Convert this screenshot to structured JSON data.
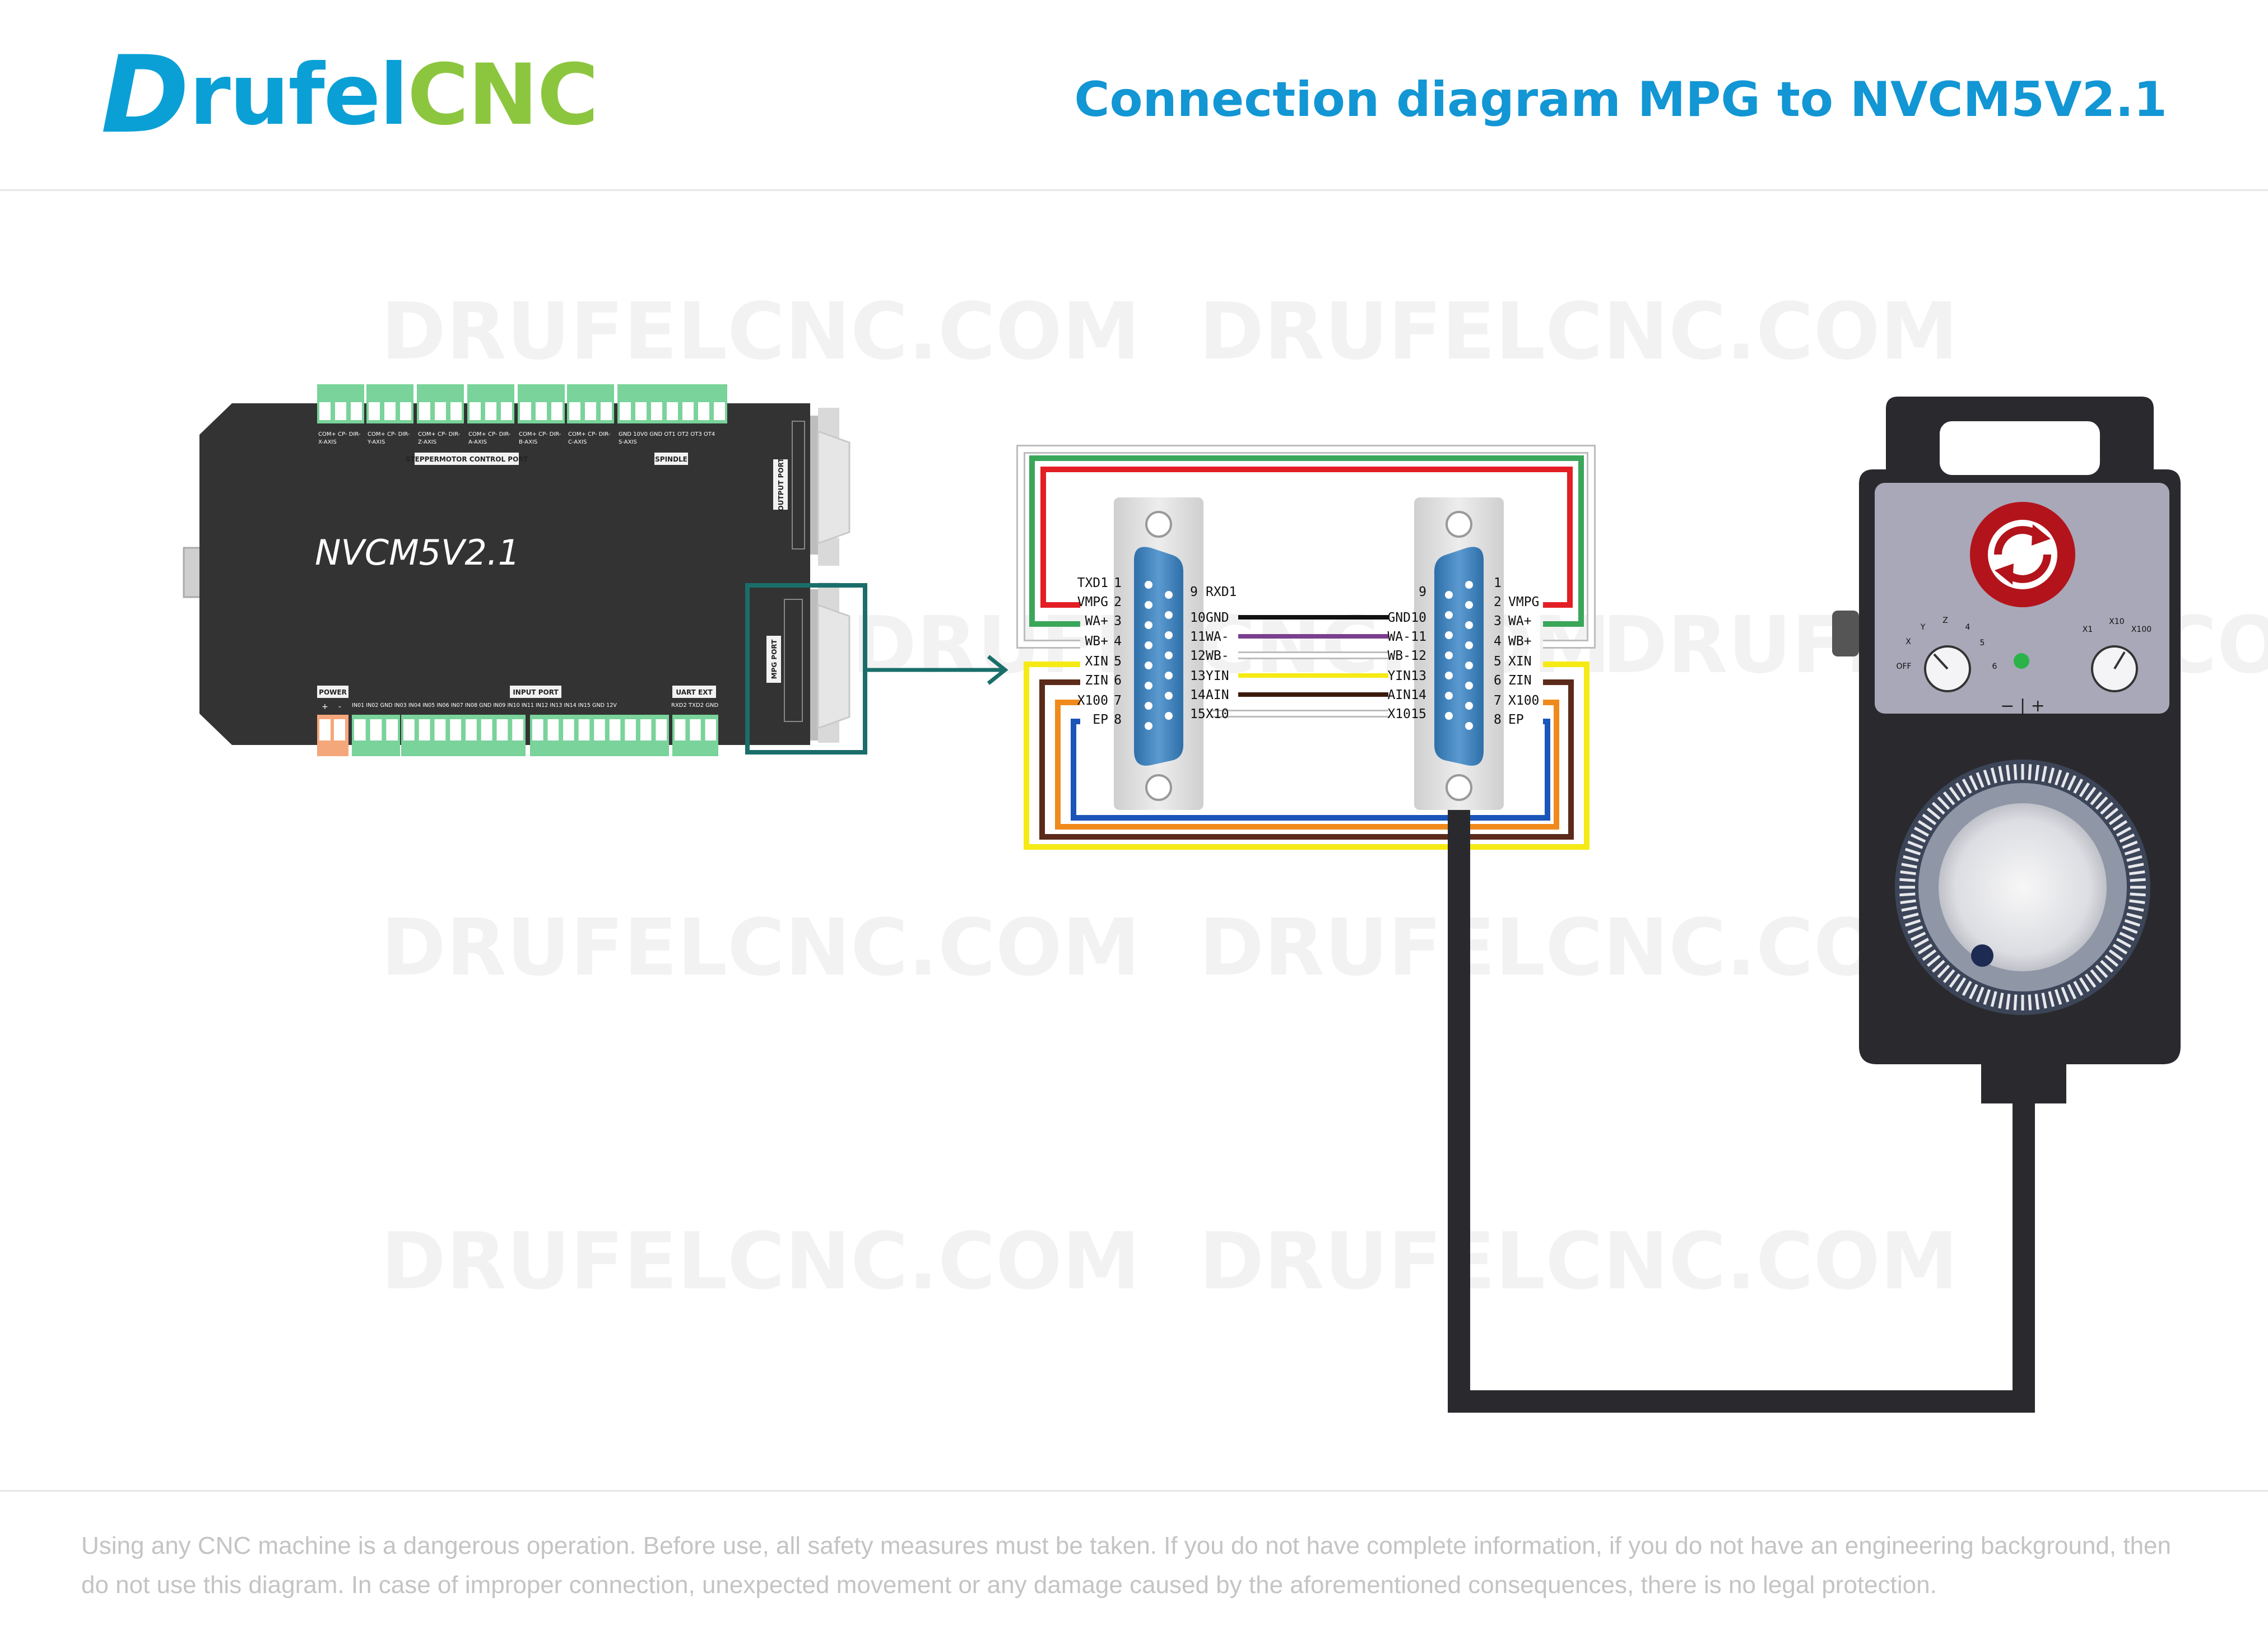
{
  "header": {
    "logo_d": "D",
    "logo_rufel": "rufel",
    "logo_cnc": "CNC",
    "title": "Connection diagram MPG to NVCM5V2.1"
  },
  "watermark": "DRUFELCNC.COM",
  "board": {
    "model": "NVCM5V2.1",
    "stepper_port_label": "STEPPERMOTOR CONTROL PORT",
    "spindle_label": "SPINDLE",
    "axes": [
      {
        "pins": "COM+ CP- DIR-",
        "axis": "X-AXIS"
      },
      {
        "pins": "COM+ CP- DIR-",
        "axis": "Y-AXIS"
      },
      {
        "pins": "COM+ CP- DIR-",
        "axis": "Z-AXIS"
      },
      {
        "pins": "COM+ CP- DIR-",
        "axis": "A-AXIS"
      },
      {
        "pins": "COM+ CP- DIR-",
        "axis": "B-AXIS"
      },
      {
        "pins": "COM+ CP- DIR-",
        "axis": "C-AXIS"
      },
      {
        "pins": "GND 10V0 GND OT1 OT2 OT3 OT4",
        "axis": "S-AXIS"
      }
    ],
    "power_label": "POWER",
    "power_pins": [
      "+",
      "-"
    ],
    "input_port_label": "INPUT PORT",
    "input_pins": "IN01 IN02 GND IN03 IN04 IN05 IN06 IN07 IN08 GND IN09 IN10 IN11 IN12 IN13 IN14 IN15 GND 12V",
    "uart_label": "UART EXT",
    "uart_pins": "RXD2 TXD2 GND",
    "output_port_label": "OUTPUT PORT",
    "mpg_port_label": "MPG PORT"
  },
  "left_connector": {
    "labels_left": [
      {
        "pin": "1",
        "name": "TXD1"
      },
      {
        "pin": "2",
        "name": "VMPG"
      },
      {
        "pin": "3",
        "name": "WA+"
      },
      {
        "pin": "4",
        "name": "WB+"
      },
      {
        "pin": "5",
        "name": "XIN"
      },
      {
        "pin": "6",
        "name": "ZIN"
      },
      {
        "pin": "7",
        "name": "X100"
      },
      {
        "pin": "8",
        "name": "EP"
      }
    ],
    "labels_right": [
      {
        "pin": "9",
        "name": "RXD1"
      },
      {
        "pin": "10",
        "name": "GND"
      },
      {
        "pin": "11",
        "name": "WA-"
      },
      {
        "pin": "12",
        "name": "WB-"
      },
      {
        "pin": "13",
        "name": "YIN"
      },
      {
        "pin": "14",
        "name": "AIN"
      },
      {
        "pin": "15",
        "name": "X10"
      }
    ]
  },
  "right_connector": {
    "labels_left": [
      {
        "pin": "9",
        "name": ""
      },
      {
        "pin": "10",
        "name": "GND"
      },
      {
        "pin": "11",
        "name": "WA-"
      },
      {
        "pin": "12",
        "name": "WB-"
      },
      {
        "pin": "13",
        "name": "YIN"
      },
      {
        "pin": "14",
        "name": "AIN"
      },
      {
        "pin": "15",
        "name": "X10"
      }
    ],
    "labels_right": [
      {
        "pin": "1",
        "name": ""
      },
      {
        "pin": "2",
        "name": "VMPG"
      },
      {
        "pin": "3",
        "name": "WA+"
      },
      {
        "pin": "4",
        "name": "WB+"
      },
      {
        "pin": "5",
        "name": "XIN"
      },
      {
        "pin": "6",
        "name": "ZIN"
      },
      {
        "pin": "7",
        "name": "X100"
      },
      {
        "pin": "8",
        "name": "EP"
      }
    ]
  },
  "wires": [
    {
      "signal": "VMPG",
      "color": "#e31e24"
    },
    {
      "signal": "WA+",
      "color": "#3aa65a"
    },
    {
      "signal": "WB+",
      "color": "#ffffff"
    },
    {
      "signal": "XIN",
      "color": "#f5ea14"
    },
    {
      "signal": "ZIN",
      "color": "#5b2a1a"
    },
    {
      "signal": "X100",
      "color": "#f08a1c"
    },
    {
      "signal": "EP",
      "color": "#1a55b8"
    },
    {
      "signal": "GND",
      "color": "#111111"
    },
    {
      "signal": "WA-",
      "color": "#7b3f8f"
    },
    {
      "signal": "WB-",
      "color": "#ffffff"
    },
    {
      "signal": "YIN",
      "color": "#f5ea14"
    },
    {
      "signal": "AIN",
      "color": "#3a1a0a"
    },
    {
      "signal": "X10",
      "color": "#ffffff"
    }
  ],
  "pendant": {
    "axis_labels": [
      "OFF",
      "X",
      "Y",
      "Z",
      "4",
      "5",
      "6"
    ],
    "step_labels": [
      "X1",
      "X10",
      "X100"
    ],
    "minus_plus": "− | +"
  },
  "footer": {
    "warning": "Using any CNC machine is a dangerous operation. Before use, all safety measures must be taken. If you do not have complete information, if you do not have an engineering background, then do not use this diagram. In case of improper connection, unexpected movement or any damage caused by the aforementioned consequences, there is no legal protection."
  }
}
